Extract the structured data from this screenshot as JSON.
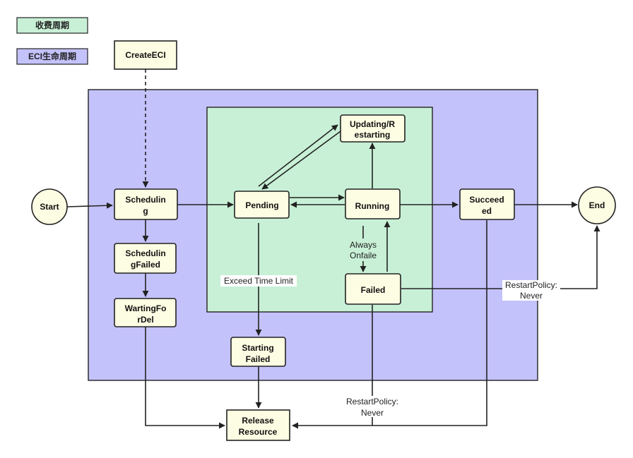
{
  "legend": {
    "billing_cycle": "收费周期",
    "eci_lifecycle": "ECI生命周期"
  },
  "colors": {
    "eci_lifecycle_fill": "#c4c2fb",
    "billing_cycle_fill": "#c8f0d6",
    "node_fill": "#fdfde3",
    "stroke": "#222222"
  },
  "nodes": {
    "create_eci": "CreateECI",
    "start": "Start",
    "end": "End",
    "scheduling": [
      "Schedulin",
      "g"
    ],
    "scheduling_failed": [
      "Schedulin",
      "gFailed"
    ],
    "wartingfordel": [
      "WartingFo",
      "rDel"
    ],
    "pending": "Pending",
    "running": "Running",
    "updating": [
      "Updating/R",
      "estarting"
    ],
    "failed": "Failed",
    "succeeded": [
      "Succeed",
      "ed"
    ],
    "starting_failed": [
      "Starting",
      "Failed"
    ],
    "release_resource": [
      "Release",
      "Resource"
    ]
  },
  "edge_labels": {
    "always_onfailure": [
      "Always",
      "Onfaile"
    ],
    "exceed_time_limit": "Exceed Time Limit",
    "restart_policy_never_right": [
      "RestartPolicy:",
      "Never"
    ],
    "restart_policy_never_bottom": [
      "RestartPolicy:",
      "Never"
    ]
  }
}
